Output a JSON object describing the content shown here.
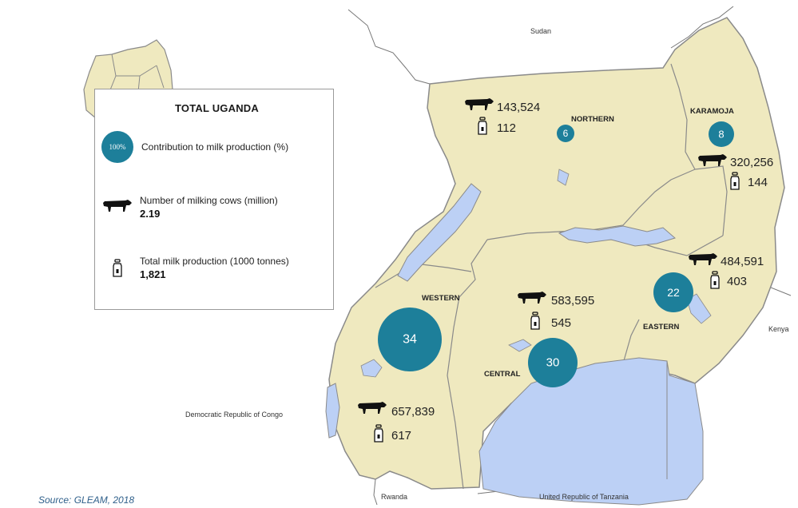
{
  "colors": {
    "land": "#efe9bf",
    "border": "#8a8a8a",
    "water": "#bcd0f5",
    "bubble": "#1d7f9a"
  },
  "neighbors": {
    "north": "Sudan",
    "east": "Kenya",
    "west": "Democratic Republic of Congo",
    "southwest": "Rwanda",
    "south": "United Republic of Tanzania"
  },
  "legend": {
    "title": "TOTAL UGANDA",
    "contribution_badge": "100%",
    "contribution_label": "Contribution to milk production (%)",
    "cows_label": "Number of milking cows (million)",
    "cows_value": "2.19",
    "milk_label": "Total milk production (1000 tonnes)",
    "milk_value": "1,821"
  },
  "regions": {
    "northern": {
      "name": "NORTHERN",
      "contribution": "6",
      "cows": "143,524",
      "milk": "112"
    },
    "karamoja": {
      "name": "KARAMOJA",
      "contribution": "8",
      "cows": "320,256",
      "milk": "144"
    },
    "eastern": {
      "name": "EASTERN",
      "contribution": "22",
      "cows": "484,591",
      "milk": "403"
    },
    "central": {
      "name": "CENTRAL",
      "contribution": "30",
      "cows": "583,595",
      "milk": "545"
    },
    "western": {
      "name": "WESTERN",
      "contribution": "34",
      "cows": "657,839",
      "milk": "617"
    }
  },
  "source": "Source: GLEAM, 2018"
}
